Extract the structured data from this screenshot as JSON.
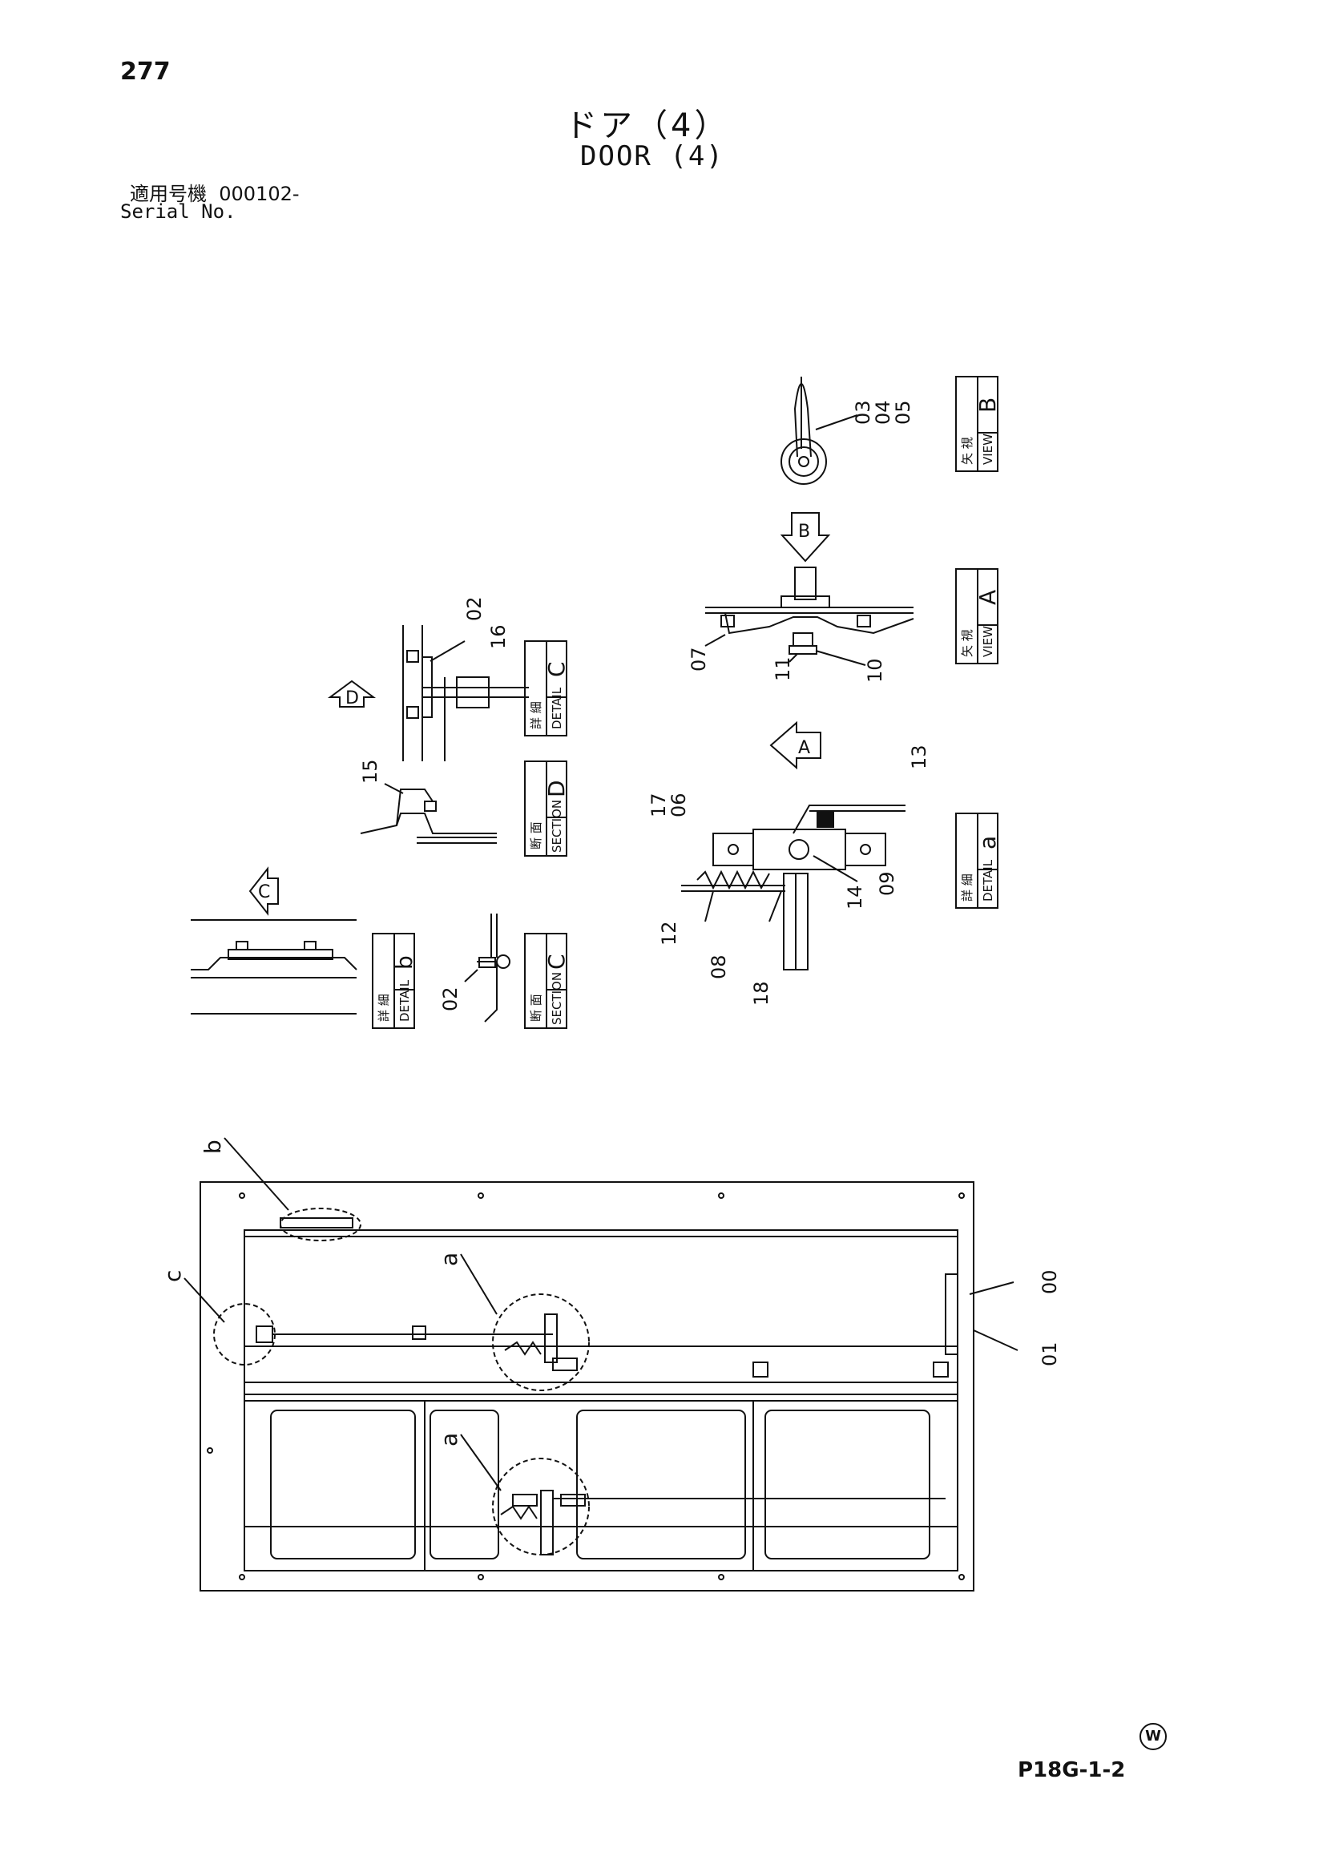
{
  "header": {
    "page_number": "277",
    "title_jp": "ドア（4）",
    "title_en": "DOOR (4)",
    "serial_label_jp": "適用号機",
    "serial_value": "000102-",
    "serial_label_en": "Serial No."
  },
  "footer": {
    "drawing_code": "P18G-1-2",
    "mark": "W"
  },
  "view_boxes": {
    "view_b": {
      "jp": "矢 視",
      "en": "VIEW",
      "letter": "B"
    },
    "view_a": {
      "jp": "矢 視",
      "en": "VIEW",
      "letter": "A"
    },
    "detail_c": {
      "jp": "詳 細",
      "en": "DETAIL",
      "letter": "C"
    },
    "section_d": {
      "jp": "断 面",
      "en": "SECTION",
      "letter": "D"
    },
    "detail_a": {
      "jp": "詳 細",
      "en": "DETAIL",
      "letter": "a"
    },
    "detail_b": {
      "jp": "詳 細",
      "en": "DETAIL",
      "letter": "b"
    },
    "section_c": {
      "jp": "断 面",
      "en": "SECTION",
      "letter": "C"
    }
  },
  "arrows": {
    "b": "B",
    "a": "A",
    "d": "D",
    "c": "C"
  },
  "part_labels": {
    "p03": "03",
    "p04": "04",
    "p05": "05",
    "p07": "07",
    "p11": "11",
    "p10": "10",
    "p02_top": "02",
    "p16": "16",
    "p15": "15",
    "p17": "17",
    "p06": "06",
    "p13": "13",
    "p09": "09",
    "p14": "14",
    "p12": "12",
    "p08": "08",
    "p18": "18",
    "p02_bottom": "02",
    "p00": "00",
    "p01": "01"
  },
  "detail_callouts": {
    "b": "b",
    "c": "c",
    "a_upper": "a",
    "a_lower": "a"
  }
}
